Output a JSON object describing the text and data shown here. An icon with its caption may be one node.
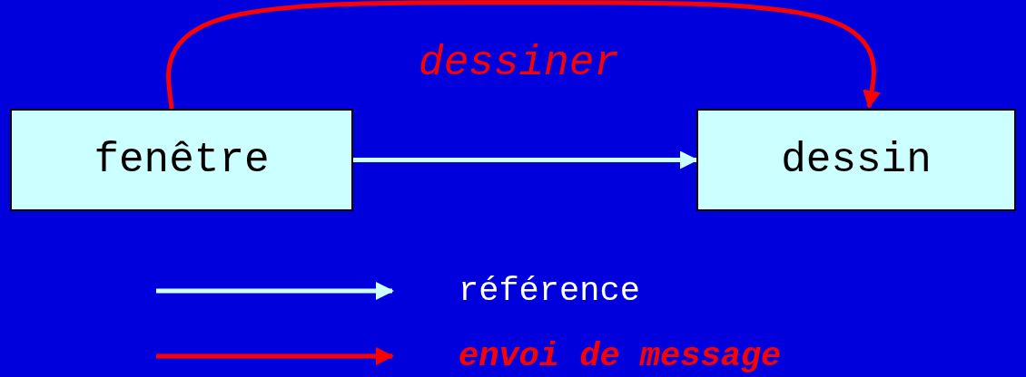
{
  "diagram": {
    "nodes": [
      {
        "text": [
          "fenêtre"
        ]
      },
      {
        "text": [
          "dessin"
        ]
      }
    ],
    "edges": [
      {
        "from": 0,
        "to": 1,
        "arrow": "to"
      },
      {
        "from": 0,
        "to": 1,
        "arrow": "to",
        "label": "dessiner",
        "color": "#ff0000"
      }
    ],
    "legend": [
      {
        "text": "référence"
      },
      {
        "text": "envoi de message"
      }
    ]
  }
}
